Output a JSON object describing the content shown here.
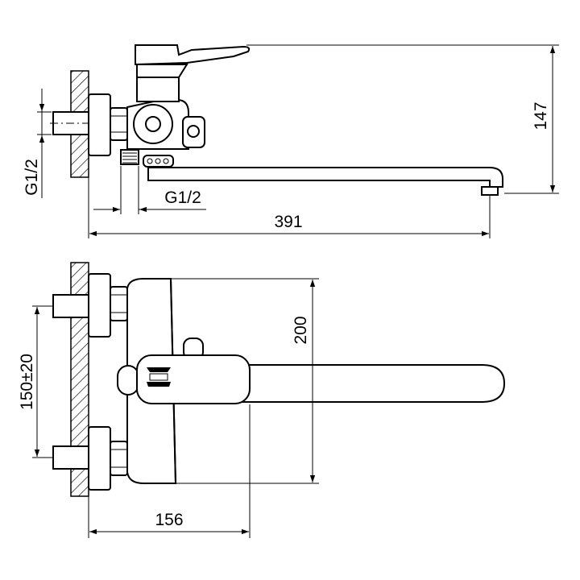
{
  "figure": {
    "type": "technical drawing",
    "views": [
      "side view",
      "front view"
    ]
  },
  "dimensions": {
    "side_thread_vertical": "G1/2",
    "side_thread_horizontal": "G1/2",
    "side_length": "391",
    "side_height": "147",
    "front_height": "200",
    "front_spacing": "150±20",
    "front_depth": "156"
  }
}
